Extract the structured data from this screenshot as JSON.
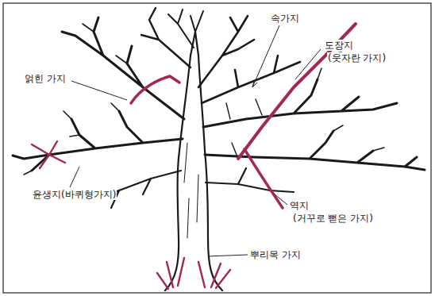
{
  "diagram": {
    "labels": [
      "속가지",
      "얽힌 가지",
      "도장지",
      "(웃자란 가지)",
      "윤생지(바퀴형가지)",
      "역지",
      "(거꾸로 뻗은 가지)",
      "뿌리목 가지"
    ]
  }
}
